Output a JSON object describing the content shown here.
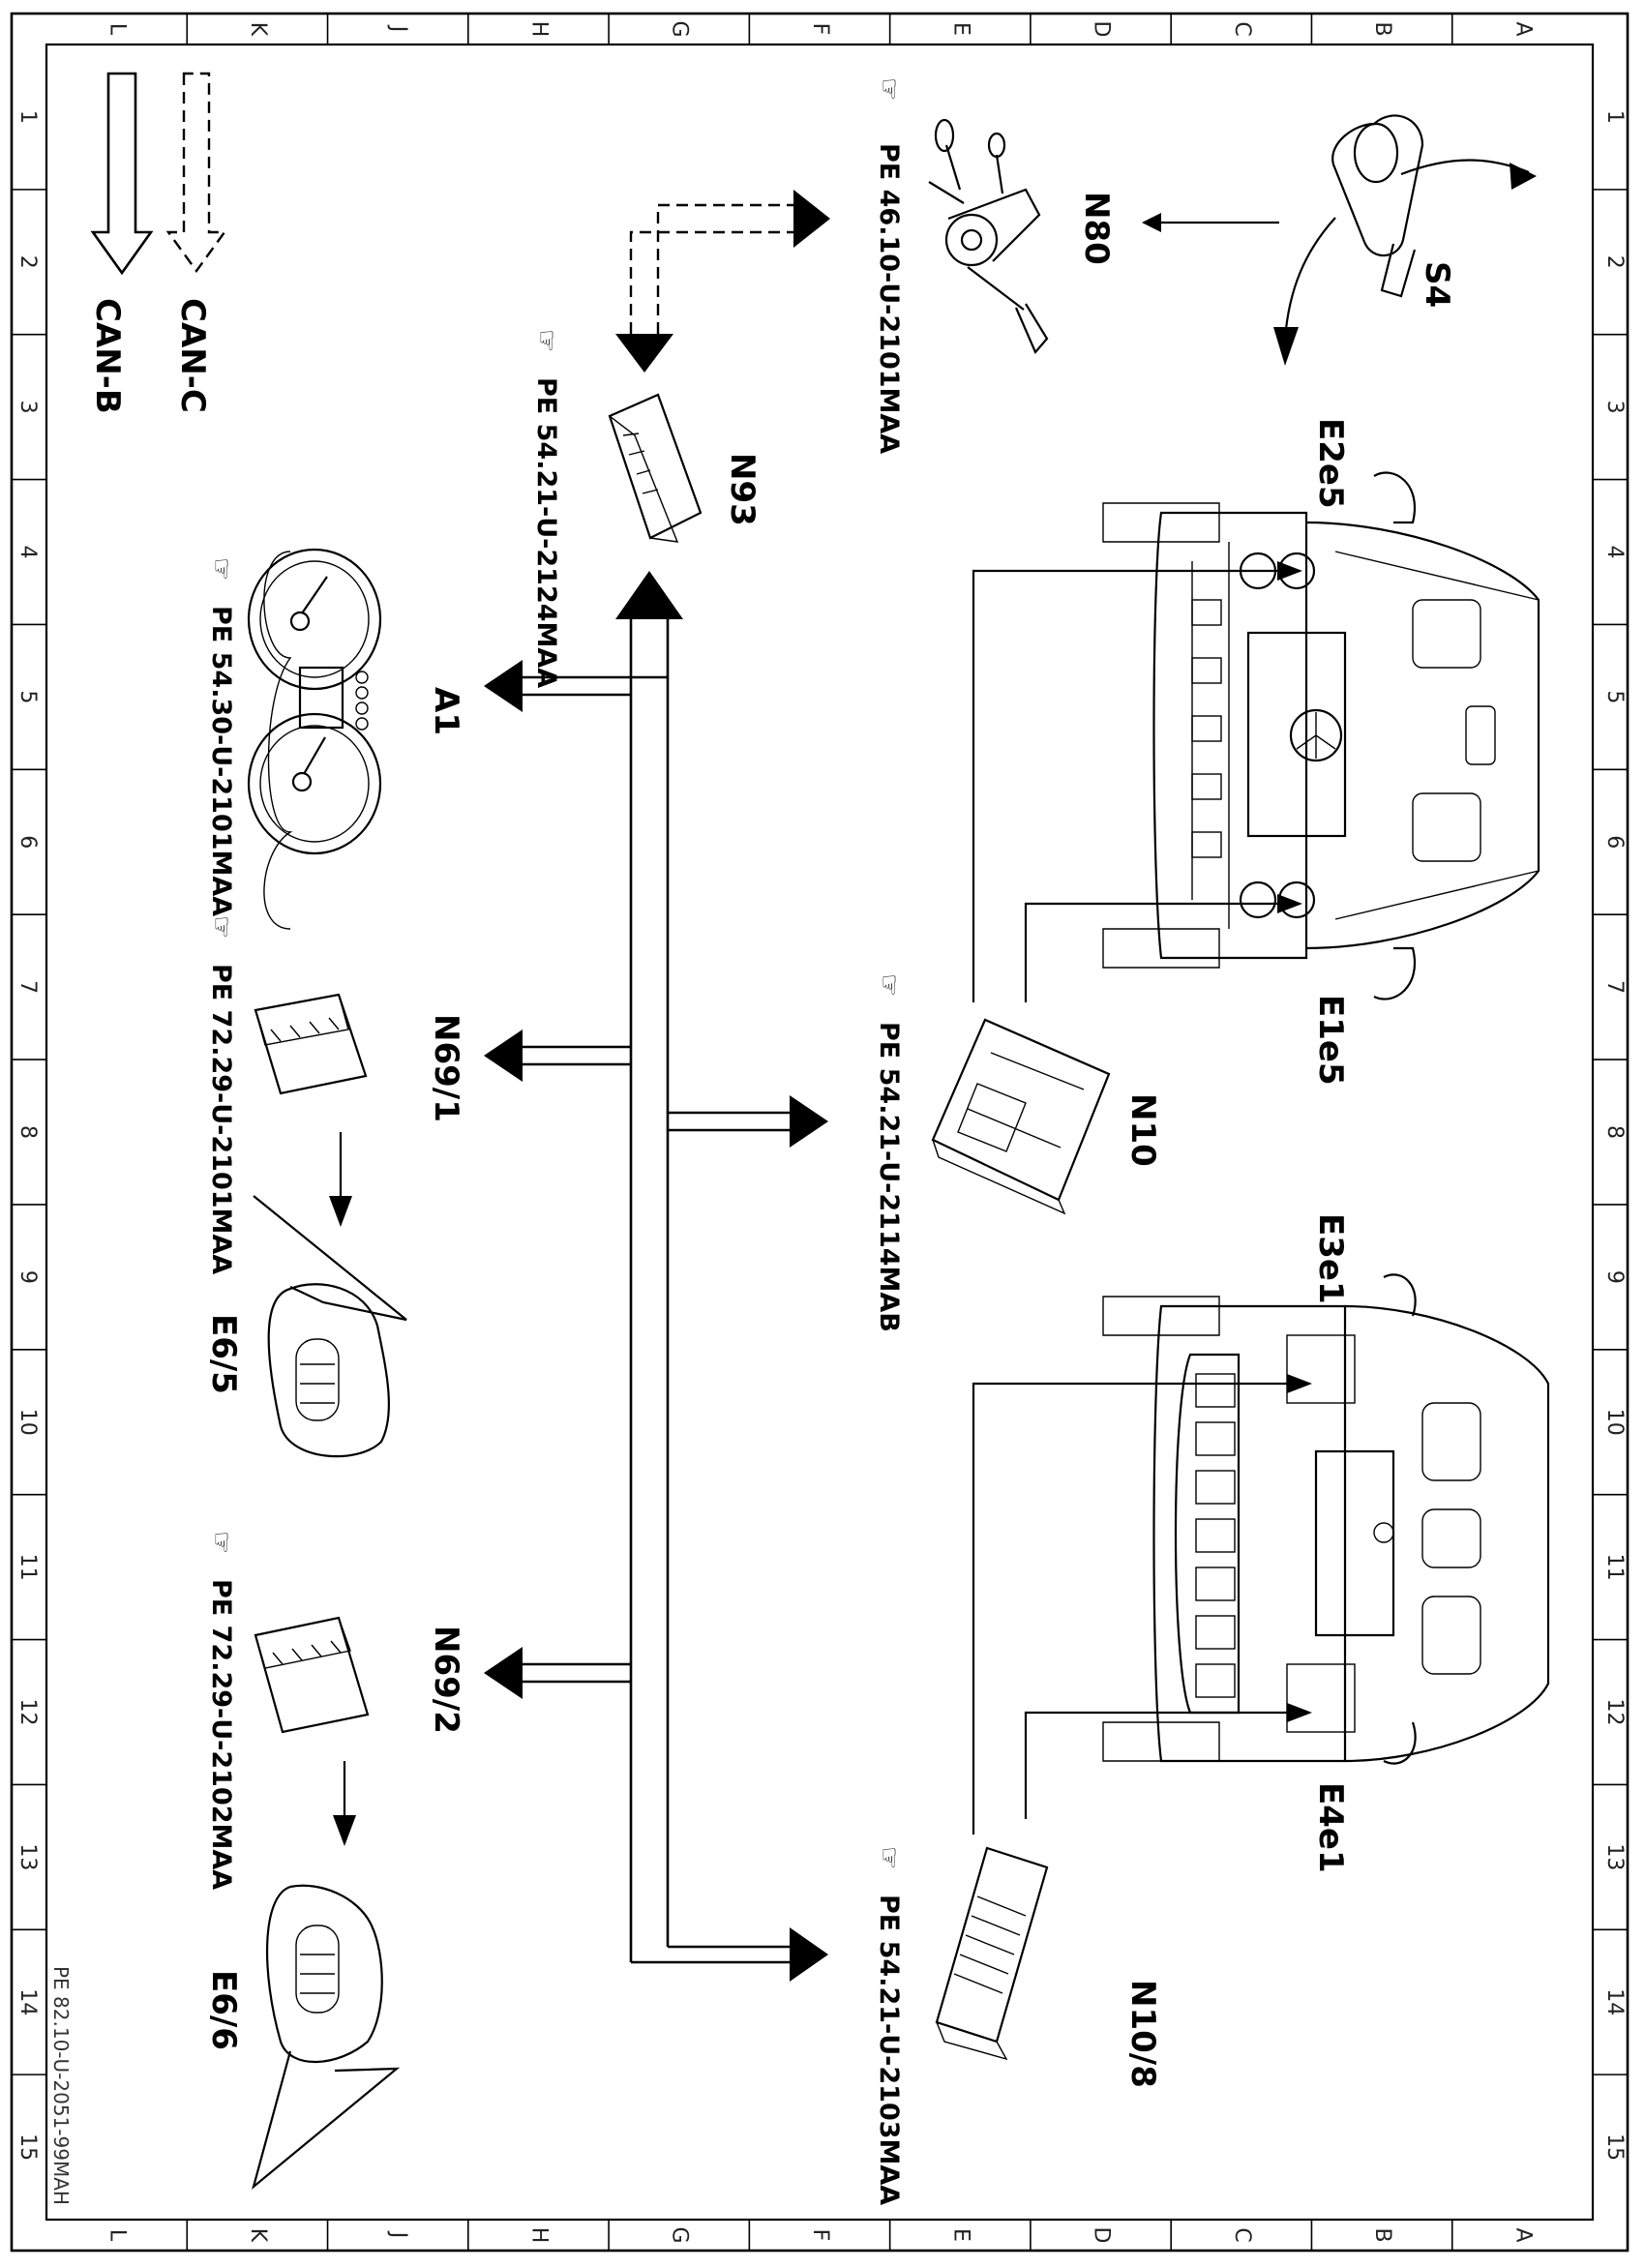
{
  "grid": {
    "top_letters": [
      "L",
      "K",
      "J",
      "H",
      "G",
      "F",
      "E",
      "D",
      "C",
      "B",
      "A"
    ],
    "side_numbers": [
      "1",
      "2",
      "3",
      "4",
      "5",
      "6",
      "7",
      "8",
      "9",
      "10",
      "11",
      "12",
      "13",
      "14",
      "15"
    ]
  },
  "legend": {
    "can_c": "CAN-C",
    "can_b": "CAN-B"
  },
  "components": {
    "s4": "S4",
    "n80": "N80",
    "n80_ref": "PE  46.10-U-2101MAA",
    "n93": "N93",
    "n93_ref": "PE  54.21-U-2124MAA",
    "e2e5": "E2e5",
    "e1e5": "E1e5",
    "a1": "A1",
    "a1_ref": "PE  54.30-U-2101MAA",
    "n10": "N10",
    "n10_ref": "PE  54.21-U-2114MAB",
    "n69_1": "N69/1",
    "n69_1_ref": "PE  72.29-U-2101MAA",
    "e6_5": "E6/5",
    "e3e1": "E3e1",
    "e4e1": "E4e1",
    "n69_2": "N69/2",
    "n69_2_ref": "PE  72.29-U-2102MAA",
    "e6_6": "E6/6",
    "n10_8": "N10/8",
    "n10_8_ref": "PE  54.21-U-2103MAA"
  },
  "footer": {
    "doc_id": "PE 82.10-U-2051-99MAH"
  }
}
